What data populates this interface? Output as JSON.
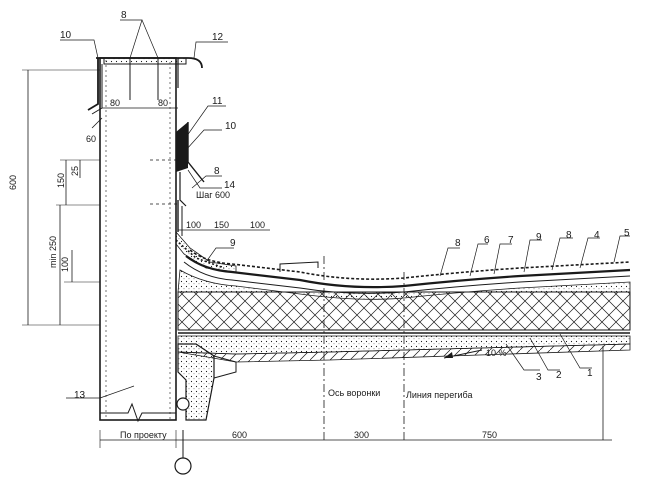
{
  "callouts": {
    "c8_top": "8",
    "c10_top": "10",
    "c12": "12",
    "c11": "11",
    "c10_mid": "10",
    "c8_mid": "8",
    "c14": "14",
    "c9_left": "9",
    "c8_right": "8",
    "c6": "6",
    "c7": "7",
    "c9_right": "9",
    "c8_far": "8",
    "c4": "4",
    "c5": "5",
    "c3": "3",
    "c2": "2",
    "c1": "1",
    "c13": "13"
  },
  "dimensions": {
    "d80_a": "80",
    "d80_b": "80",
    "d60": "60",
    "d600_v": "600",
    "d150_v": "150",
    "d25": "25",
    "dmin250": "min 250",
    "d100_v": "100",
    "d100_h1": "100",
    "d150_h": "150",
    "d100_h2": "100",
    "d600_h": "600",
    "d300": "300",
    "d750": "750"
  },
  "labels": {
    "step": "Шаг 600",
    "slope": "10 %",
    "drain_axis": "Ось воронки",
    "bend_line": "Линия перегиба",
    "by_project": "По проекту"
  },
  "colors": {
    "ink": "#1a1a1a",
    "paper": "#ffffff"
  }
}
